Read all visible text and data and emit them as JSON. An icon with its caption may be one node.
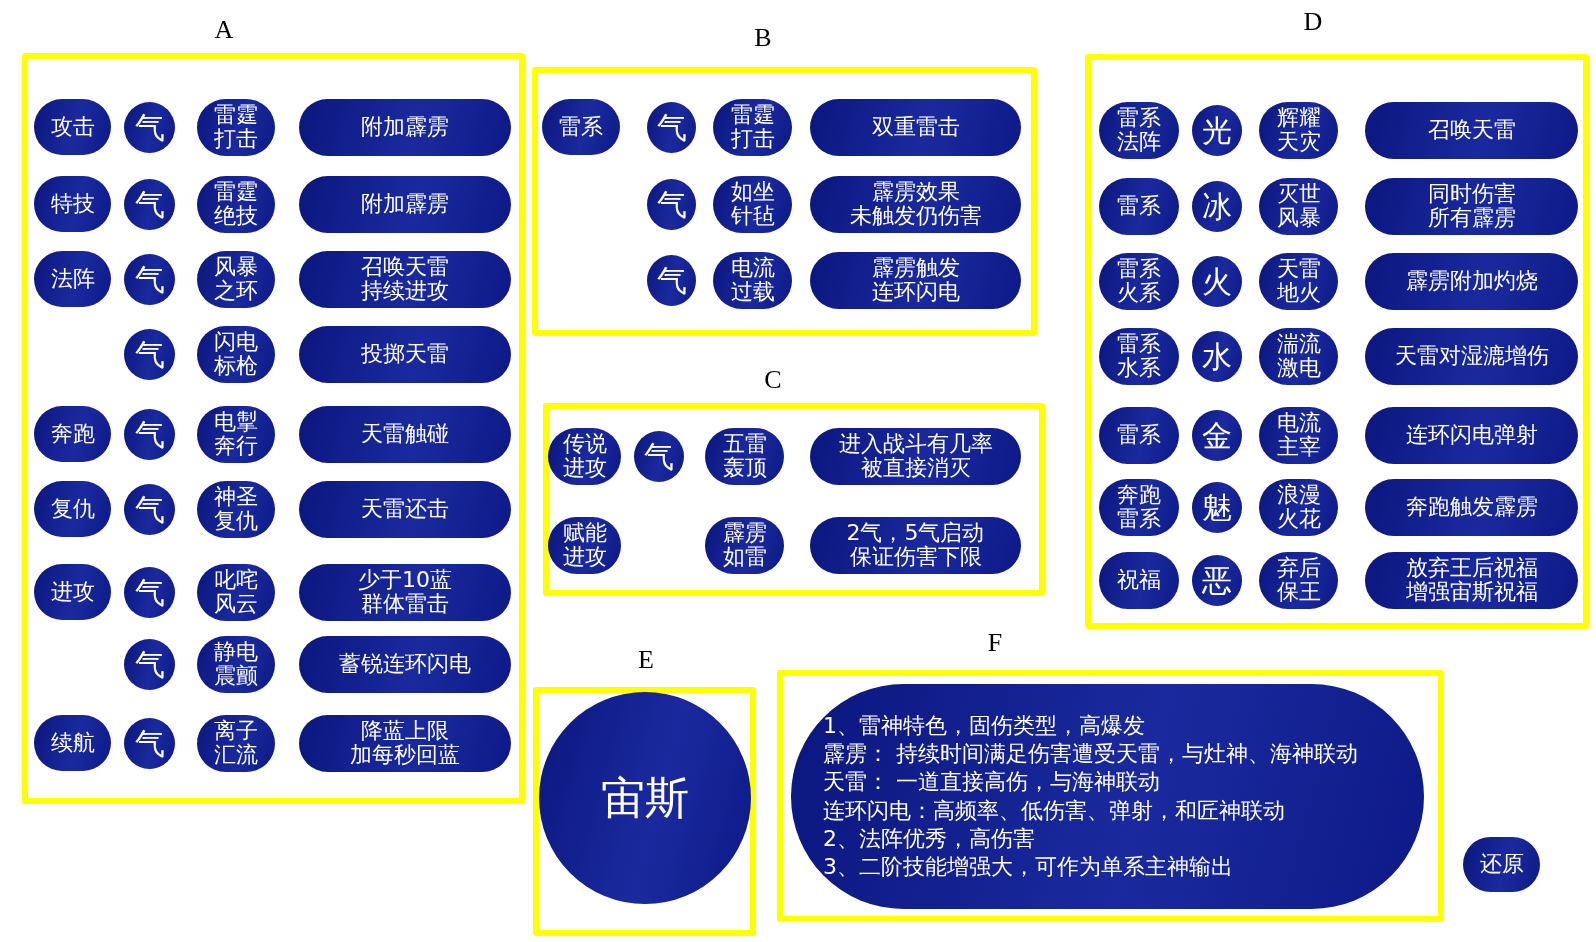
{
  "diagram": {
    "nodes": [
      {
        "text": [
          "A"
        ]
      },
      {
        "text": [
          "攻击"
        ],
        "in": 0
      },
      {
        "text": [
          "气"
        ],
        "in": 0
      },
      {
        "text": [
          "雷霆打击"
        ],
        "in": 0
      },
      {
        "text": [
          "附加霹雳"
        ],
        "in": 0
      },
      {
        "text": [
          "特技"
        ],
        "in": 0
      },
      {
        "text": [
          "气"
        ],
        "in": 0
      },
      {
        "text": [
          "雷霆绝技"
        ],
        "in": 0
      },
      {
        "text": [
          "附加霹雳"
        ],
        "in": 0
      },
      {
        "text": [
          "法阵"
        ],
        "in": 0
      },
      {
        "text": [
          "气"
        ],
        "in": 0
      },
      {
        "text": [
          "风暴之环"
        ],
        "in": 0
      },
      {
        "text": [
          "召唤天雷持续进攻"
        ],
        "in": 0
      },
      {
        "text": [
          "气"
        ],
        "in": 0
      },
      {
        "text": [
          "闪电标枪"
        ],
        "in": 0
      },
      {
        "text": [
          "投掷天雷"
        ],
        "in": 0
      },
      {
        "text": [
          "奔跑"
        ],
        "in": 0
      },
      {
        "text": [
          "气"
        ],
        "in": 0
      },
      {
        "text": [
          "电掣奔行"
        ],
        "in": 0
      },
      {
        "text": [
          "天雷触碰"
        ],
        "in": 0
      },
      {
        "text": [
          "复仇"
        ],
        "in": 0
      },
      {
        "text": [
          "气"
        ],
        "in": 0
      },
      {
        "text": [
          "神圣复仇"
        ],
        "in": 0
      },
      {
        "text": [
          "天雷还击"
        ],
        "in": 0
      },
      {
        "text": [
          "进攻"
        ],
        "in": 0
      },
      {
        "text": [
          "气"
        ],
        "in": 0
      },
      {
        "text": [
          "叱咤风云"
        ],
        "in": 0
      },
      {
        "text": [
          "少于10蓝群体雷击"
        ],
        "in": 0
      },
      {
        "text": [
          "气"
        ],
        "in": 0
      },
      {
        "text": [
          "静电震颤"
        ],
        "in": 0
      },
      {
        "text": [
          "蓄锐连环闪电"
        ],
        "in": 0
      },
      {
        "text": [
          "续航"
        ],
        "in": 0
      },
      {
        "text": [
          "气"
        ],
        "in": 0
      },
      {
        "text": [
          "离子汇流"
        ],
        "in": 0
      },
      {
        "text": [
          "降蓝上限加每秒回蓝"
        ],
        "in": 0
      },
      {
        "text": [
          "B"
        ]
      },
      {
        "text": [
          "雷系"
        ],
        "in": 35
      },
      {
        "text": [
          "气"
        ],
        "in": 35
      },
      {
        "text": [
          "雷霆打击"
        ],
        "in": 35
      },
      {
        "text": [
          "双重雷击"
        ],
        "in": 35
      },
      {
        "text": [
          "气"
        ],
        "in": 35
      },
      {
        "text": [
          "如坐针毡"
        ],
        "in": 35
      },
      {
        "text": [
          "霹雳效果未触发仍伤害"
        ],
        "in": 35
      },
      {
        "text": [
          "气"
        ],
        "in": 35
      },
      {
        "text": [
          "电流过载"
        ],
        "in": 35
      },
      {
        "text": [
          "霹雳触发连环闪电"
        ],
        "in": 35
      },
      {
        "text": [
          "C"
        ]
      },
      {
        "text": [
          "传说进攻"
        ],
        "in": 46
      },
      {
        "text": [
          "气"
        ],
        "in": 46
      },
      {
        "text": [
          "五雷轰顶"
        ],
        "in": 46
      },
      {
        "text": [
          "进入战斗有几率被直接消灭"
        ],
        "in": 46
      },
      {
        "text": [
          "赋能进攻"
        ],
        "in": 46
      },
      {
        "text": [
          "霹雳如雷"
        ],
        "in": 46
      },
      {
        "text": [
          "2气，5气启动保证伤害下限"
        ],
        "in": 46
      },
      {
        "text": [
          "D"
        ]
      },
      {
        "text": [
          "雷系法阵"
        ],
        "in": 54
      },
      {
        "text": [
          "光"
        ],
        "in": 54
      },
      {
        "text": [
          "辉耀天灾"
        ],
        "in": 54
      },
      {
        "text": [
          "召唤天雷"
        ],
        "in": 54
      },
      {
        "text": [
          "雷系"
        ],
        "in": 54
      },
      {
        "text": [
          "冰"
        ],
        "in": 54
      },
      {
        "text": [
          "灭世风暴"
        ],
        "in": 54
      },
      {
        "text": [
          "同时伤害所有霹雳"
        ],
        "in": 54
      },
      {
        "text": [
          "雷系火系"
        ],
        "in": 54
      },
      {
        "text": [
          "火"
        ],
        "in": 54
      },
      {
        "text": [
          "天雷地火"
        ],
        "in": 54
      },
      {
        "text": [
          "霹雳附加灼烧"
        ],
        "in": 54
      },
      {
        "text": [
          "雷系水系"
        ],
        "in": 54
      },
      {
        "text": [
          "水"
        ],
        "in": 54
      },
      {
        "text": [
          "湍流激电"
        ],
        "in": 54
      },
      {
        "text": [
          "天雷对湿漉增伤"
        ],
        "in": 54
      },
      {
        "text": [
          "雷系"
        ],
        "in": 54
      },
      {
        "text": [
          "金"
        ],
        "in": 54
      },
      {
        "text": [
          "电流主宰"
        ],
        "in": 54
      },
      {
        "text": [
          "连环闪电弹射"
        ],
        "in": 54
      },
      {
        "text": [
          "奔跑雷系"
        ],
        "in": 54
      },
      {
        "text": [
          "魅"
        ],
        "in": 54
      },
      {
        "text": [
          "浪漫火花"
        ],
        "in": 54
      },
      {
        "text": [
          "奔跑触发霹雳"
        ],
        "in": 54
      },
      {
        "text": [
          "祝福"
        ],
        "in": 54
      },
      {
        "text": [
          "恶"
        ],
        "in": 54
      },
      {
        "text": [
          "弃后保王"
        ],
        "in": 54
      },
      {
        "text": [
          "放弃王后祝福增强宙斯祝福"
        ],
        "in": 54
      },
      {
        "text": [
          "E"
        ]
      },
      {
        "text": [
          "宙斯"
        ],
        "in": 83
      },
      {
        "text": [
          "F"
        ]
      },
      {
        "text": [
          "1、雷神特色，固伤类型，高爆发",
          "霹雳： 持续时间满足伤害遭受天雷，与灶神、海神联动",
          "天雷： 一道直接高伤，与海神联动",
          "连环闪电：高频率、低伤害、弹射，和匠神联动",
          "2、法阵优秀，高伤害",
          "3、二阶技能增强大，可作为单系主神输出"
        ],
        "in": 85
      },
      {
        "text": [
          "还原"
        ]
      }
    ],
    "edges": []
  }
}
